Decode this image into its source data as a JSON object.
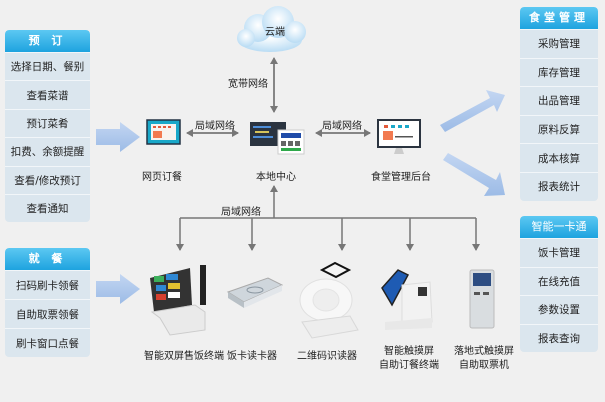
{
  "panels": {
    "order": {
      "title": "预 订",
      "items": [
        "选择日期、餐别",
        "查看菜谱",
        "预订菜肴",
        "扣费、余额提醒",
        "查看/修改预订",
        "查看通知"
      ]
    },
    "dine": {
      "title": "就 餐",
      "items": [
        "扫码刷卡领餐",
        "自助取票领餐",
        "刷卡窗口点餐"
      ]
    },
    "canteen": {
      "title": "食堂管理",
      "items": [
        "采购管理",
        "库存管理",
        "出品管理",
        "原料反算",
        "成本核算",
        "报表统计"
      ]
    },
    "card": {
      "title": "智能一卡通",
      "items": [
        "饭卡管理",
        "在线充值",
        "参数设置",
        "报表查询"
      ]
    }
  },
  "nodes": {
    "cloud": "云端",
    "web_order": "网页订餐",
    "local_center": "本地中心",
    "canteen_backend": "食堂管理后台"
  },
  "links": {
    "broadband": "宽带网络",
    "lan_left": "局域网络",
    "lan_right": "局域网络",
    "lan_bottom": "局域网络"
  },
  "devices": [
    {
      "line1": "智能双屏售饭终端",
      "line2": ""
    },
    {
      "line1": "饭卡读卡器",
      "line2": ""
    },
    {
      "line1": "二维码识读器",
      "line2": ""
    },
    {
      "line1": "智能触摸屏",
      "line2": "自助订餐终端"
    },
    {
      "line1": "落地式触摸屏",
      "line2": "自助取票机"
    }
  ],
  "colors": {
    "header_top": "#5cc8f2",
    "header_bottom": "#1ea3df",
    "panel_bg": "#dbe6ee",
    "flow_arrow": "#a9c4ea",
    "connector": "#777777",
    "background": "#f0f0f0"
  }
}
